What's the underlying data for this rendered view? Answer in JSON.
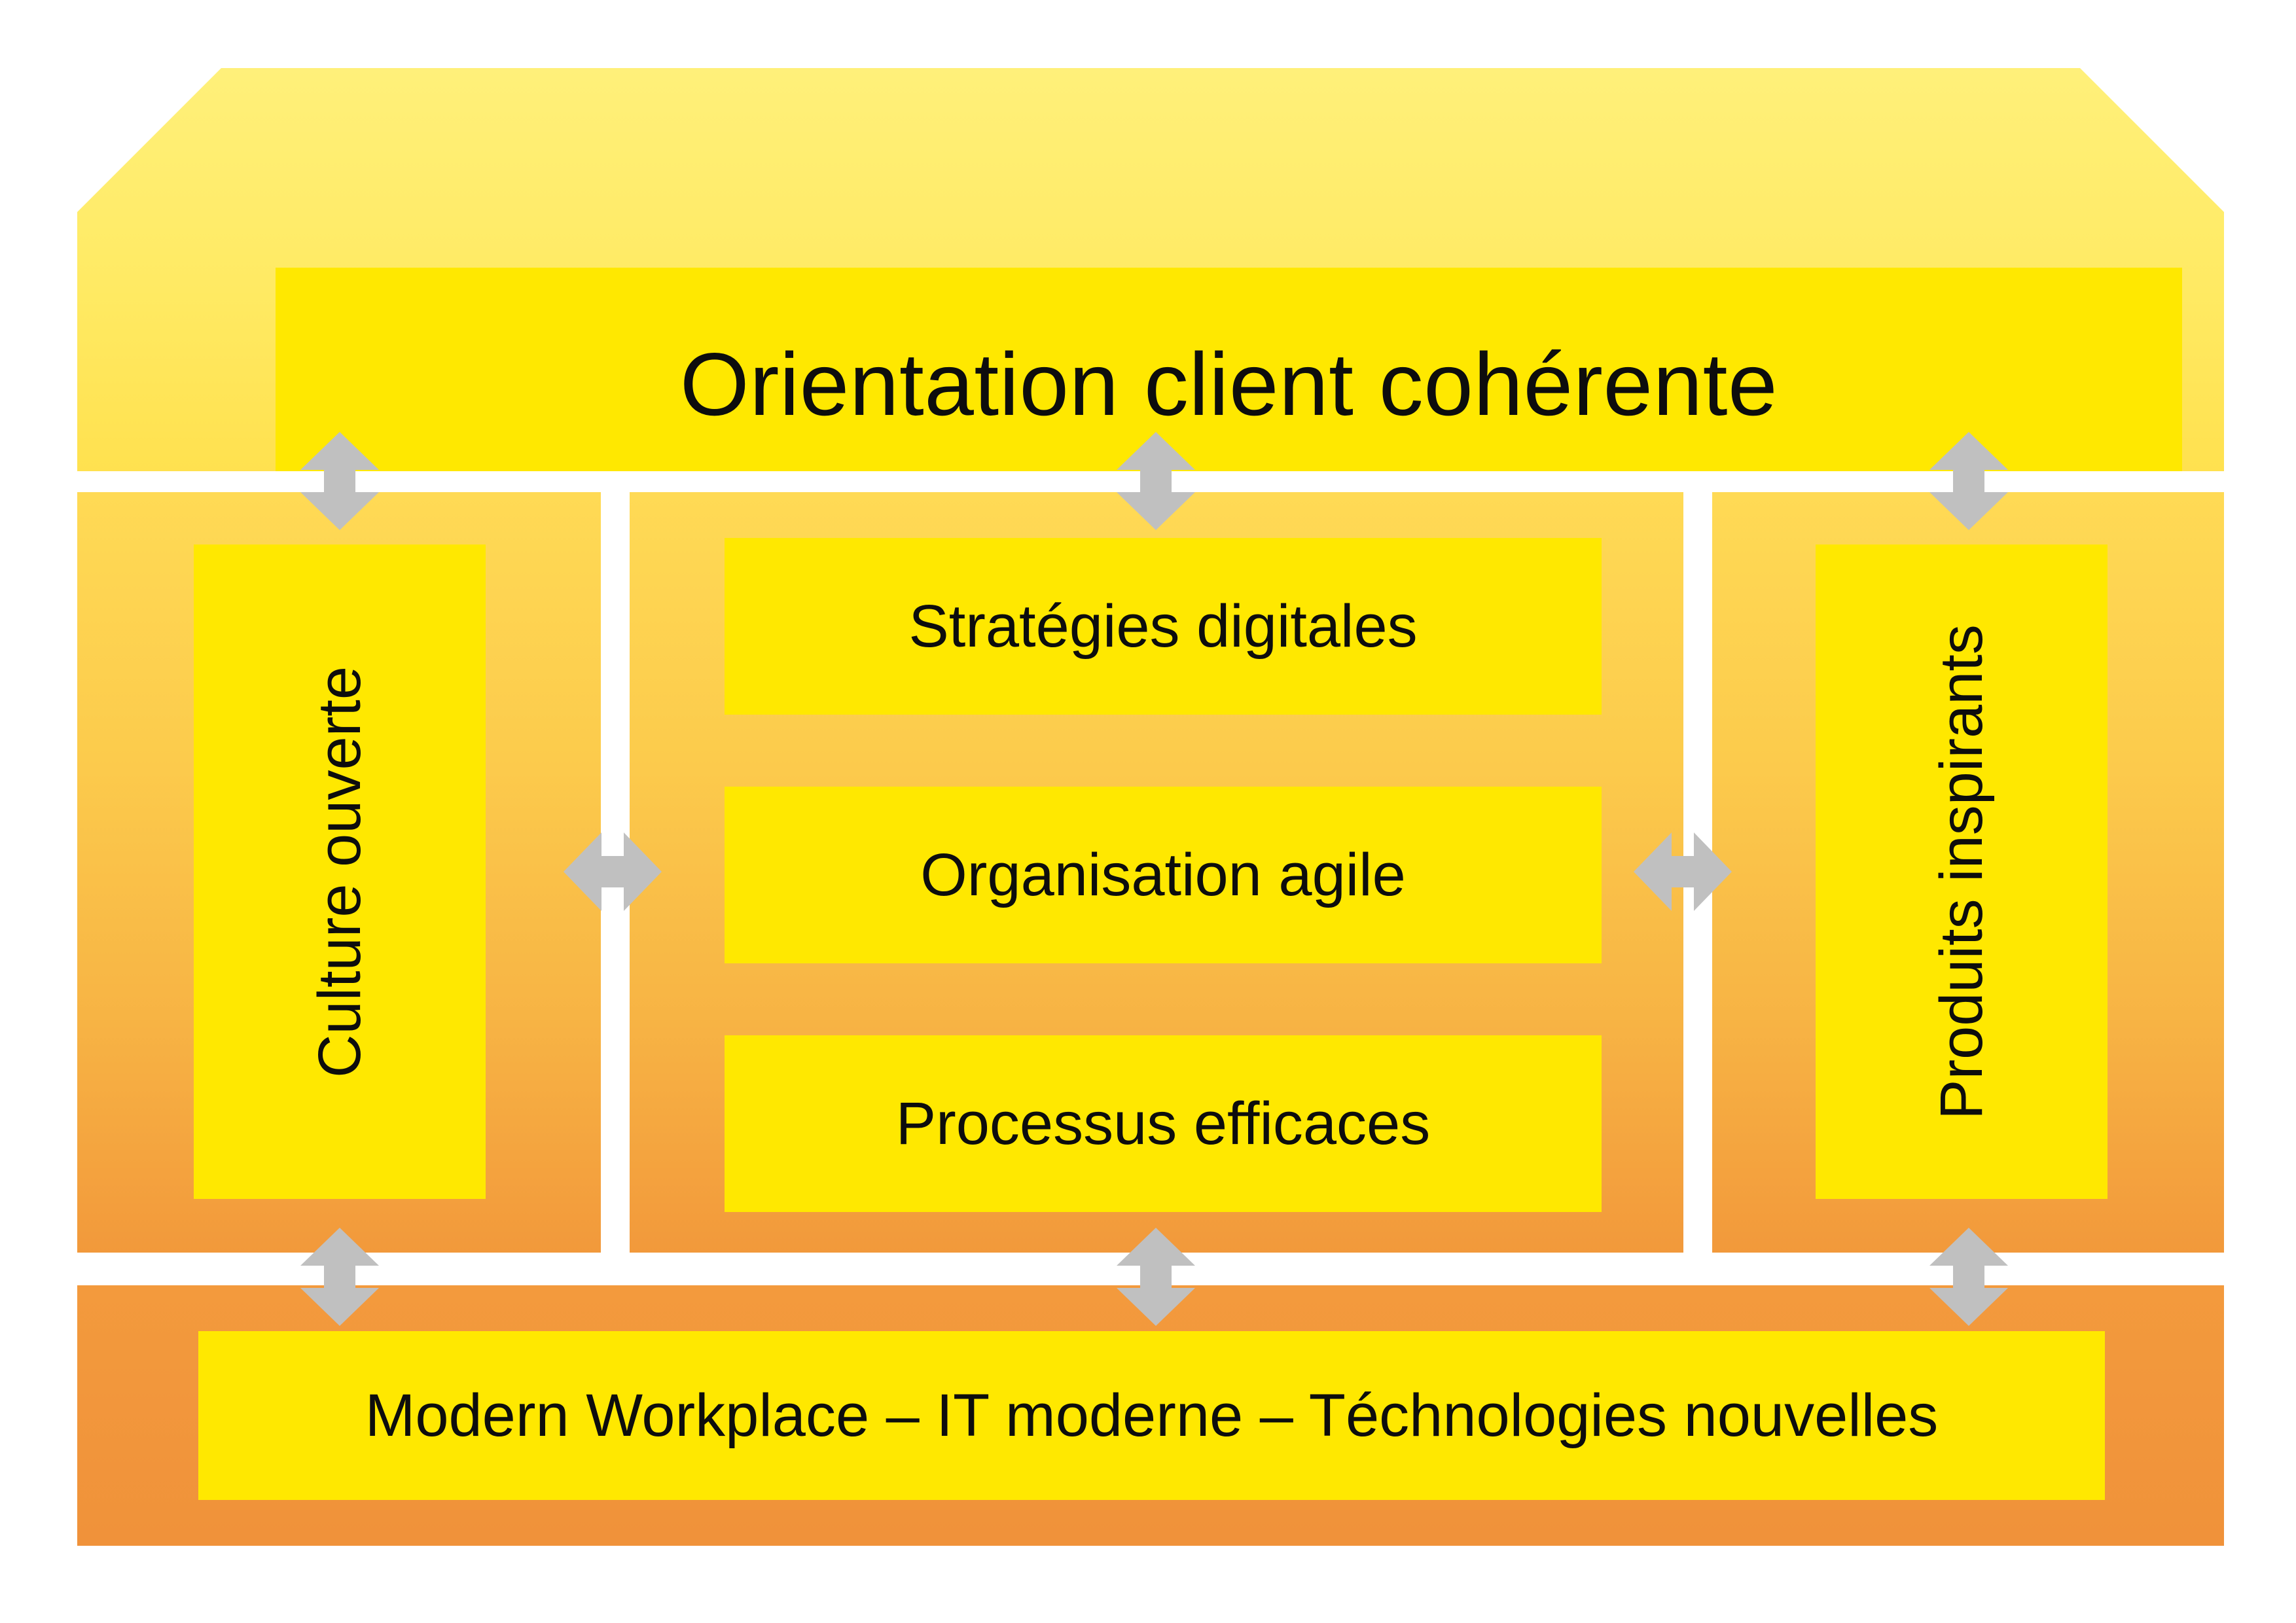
{
  "diagram": {
    "type": "temple-house-framework",
    "colors": {
      "roof_gradient_top": "#FFF07A",
      "roof_gradient_bottom": "#FFE14F",
      "panel_gradient_top": "#FFDA55",
      "panel_gradient_bottom": "#F2993B",
      "foundation": "#F39A3D",
      "box_fill": "#FFE800",
      "text": "#0D0D0D",
      "arrow": "#C0C0C0",
      "background": "#FFFFFF"
    },
    "roof": {
      "title": "Orientation client cohérente"
    },
    "pillars": {
      "left": {
        "label": "Culture ouverte",
        "orientation": "vertical-bottom-to-top"
      },
      "right": {
        "label": "Produits inspirants",
        "orientation": "vertical-bottom-to-top"
      }
    },
    "center": {
      "boxes": [
        {
          "label": "Stratégies digitales"
        },
        {
          "label": "Organisation agile"
        },
        {
          "label": "Processus efficaces"
        }
      ]
    },
    "foundation": {
      "label": "Modern Workplace – IT moderne – Téchnologies nouvelles"
    },
    "connectors": [
      {
        "name": "roof-to-left-pillar",
        "icon": "double-arrow-vertical-icon"
      },
      {
        "name": "roof-to-center",
        "icon": "double-arrow-vertical-icon"
      },
      {
        "name": "roof-to-right-pillar",
        "icon": "double-arrow-vertical-icon"
      },
      {
        "name": "left-pillar-to-center",
        "icon": "double-arrow-horizontal-icon"
      },
      {
        "name": "center-to-right-pillar",
        "icon": "double-arrow-horizontal-icon"
      },
      {
        "name": "left-pillar-to-foundation",
        "icon": "double-arrow-vertical-icon"
      },
      {
        "name": "center-to-foundation",
        "icon": "double-arrow-vertical-icon"
      },
      {
        "name": "right-pillar-to-foundation",
        "icon": "double-arrow-vertical-icon"
      }
    ]
  }
}
